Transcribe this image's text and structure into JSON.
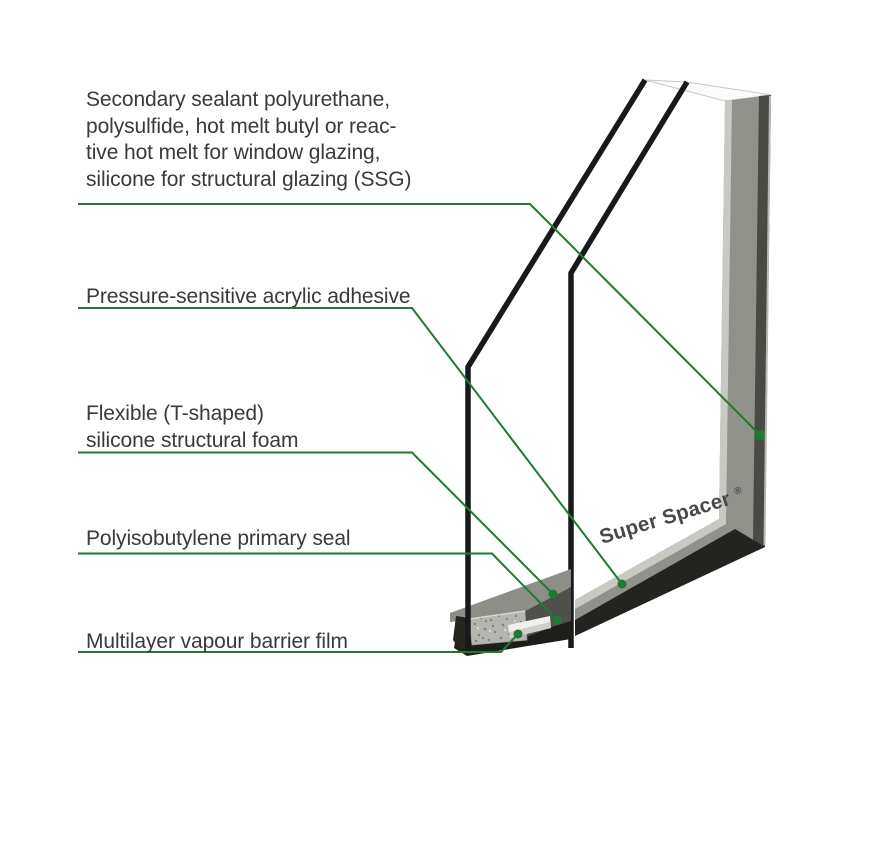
{
  "diagram": {
    "brand": {
      "name": "Super Spacer",
      "registered_mark": "®"
    },
    "labels": [
      {
        "lines": [
          "Secondary sealant polyurethane,",
          "polysulfide, hot melt butyl or reac-",
          "tive hot melt for window glazing,",
          "silicone for structural glazing (SSG)"
        ]
      },
      {
        "lines": [
          "Pressure-sensitive acrylic adhesive"
        ]
      },
      {
        "lines": [
          "Flexible (T-shaped)",
          "silicone structural foam"
        ]
      },
      {
        "lines": [
          "Polyisobutylene primary seal"
        ]
      },
      {
        "lines": [
          "Multilayer vapour barrier film"
        ]
      }
    ],
    "colors": {
      "leader_green": "#1e7b33",
      "label_text": "#3a3a3a",
      "brand_text": "#47484a"
    }
  }
}
